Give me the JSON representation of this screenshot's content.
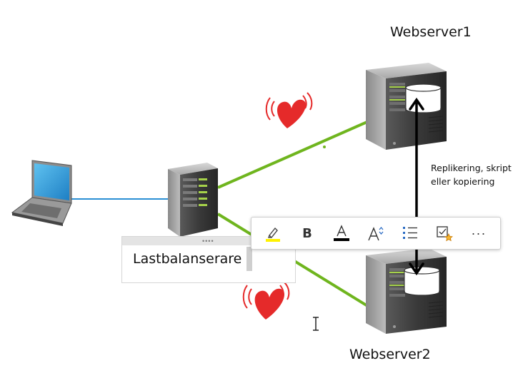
{
  "nodes": {
    "webserver1": "Webserver1",
    "webserver2": "Webserver2",
    "loadbalancer": "Lastbalanserare",
    "replication_line1": "Replikering, skript",
    "replication_line2": "eller kopiering"
  },
  "colors": {
    "link_green": "#6fb51e",
    "client_link": "#2a8fd4",
    "heart": "#e52a2a",
    "arrow": "#000000"
  },
  "toolbar": {
    "items": [
      {
        "name": "highlight-icon"
      },
      {
        "name": "bold-button",
        "text": "B"
      },
      {
        "name": "font-color-icon"
      },
      {
        "name": "font-size-icon"
      },
      {
        "name": "bullet-list-icon"
      },
      {
        "name": "tag-icon"
      },
      {
        "name": "more-icon",
        "text": "···"
      }
    ]
  }
}
